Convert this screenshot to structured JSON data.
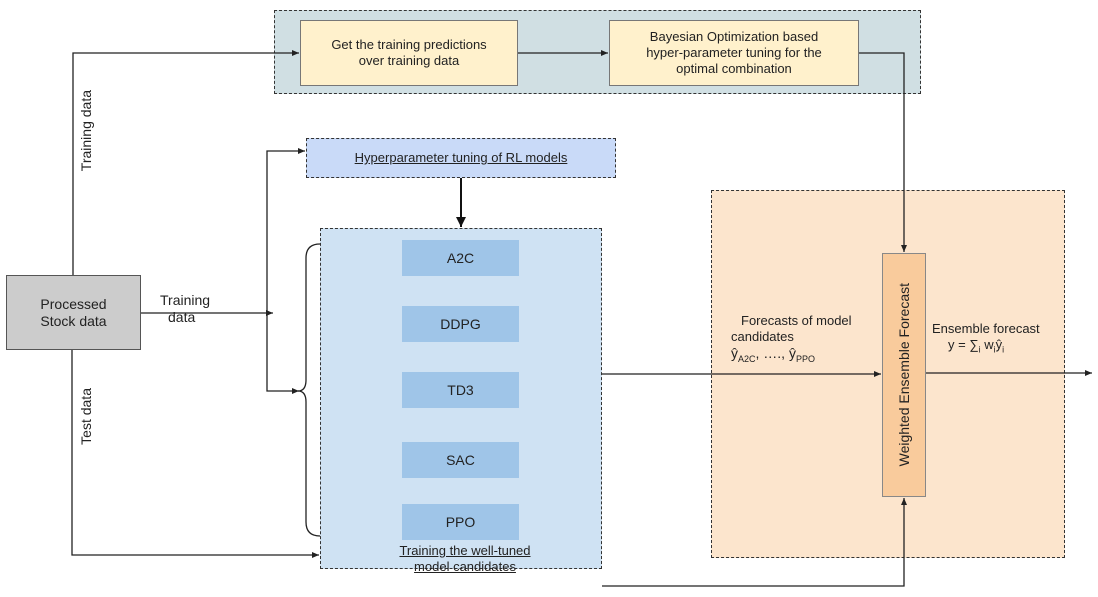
{
  "top_pipeline": {
    "step1": "Get the training predictions over training data",
    "step1_line1": "Get the training predictions",
    "step1_line2": "over training data",
    "step2_line1": "Bayesian Optimization based",
    "step2_line2": "hyper-parameter tuning for the",
    "step2_line3": "optimal combination"
  },
  "source": {
    "line1": "Processed",
    "line2": "Stock data"
  },
  "edge_labels": {
    "training_vertical": "Training data",
    "training_h_line1": "Training",
    "training_h_line2": "data",
    "test_vertical": "Test data"
  },
  "hyperparameter": {
    "label": "Hyperparameter tuning of RL models"
  },
  "models": {
    "items": [
      "A2C",
      "DDPG",
      "TD3",
      "SAC",
      "PPO"
    ],
    "caption_line1": "Training the well-tuned",
    "caption_line2": "model candidates"
  },
  "ensemble": {
    "box_label": "Weighted Ensemble Forecast",
    "forecasts_line1": "Forecasts of model",
    "forecasts_line2": "candidates",
    "forecasts_first": "ŷ",
    "forecasts_first_sub": "A2C",
    "forecasts_sep": ", ….,",
    "forecasts_last": "ŷ",
    "forecasts_last_sub": "PPO",
    "output_label": "Ensemble forecast",
    "formula_lhs": "y = ∑",
    "formula_sum_index": "i",
    "formula_w": "w",
    "formula_w_sub": "i",
    "formula_y": "ŷ",
    "formula_y_sub": "i"
  },
  "colors": {
    "top_container": "#d0dfe3",
    "yellow_box": "#fff1cc",
    "hyper_box": "#c9daf8",
    "model_container": "#cfe2f3",
    "model_box": "#9fc5e8",
    "orange_container": "#fce5cd",
    "orange_box": "#f9cb9c",
    "source_box": "#cccccc"
  }
}
